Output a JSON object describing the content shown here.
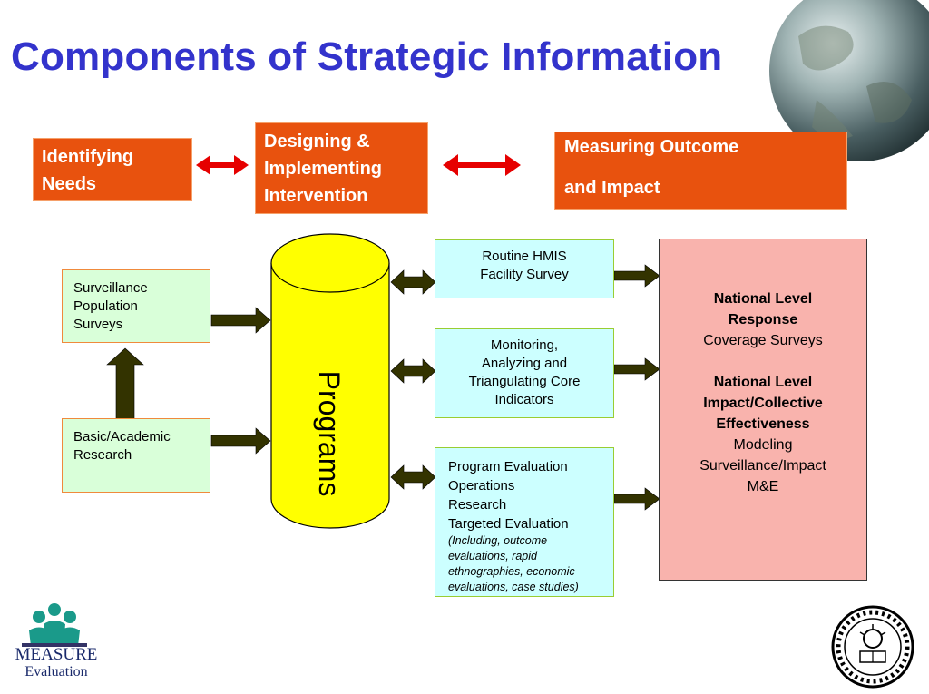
{
  "title": "Components of Strategic Information",
  "top_row": {
    "identifying": [
      "Identifying",
      "Needs"
    ],
    "designing": [
      "Designing &",
      "Implementing",
      "Intervention"
    ],
    "measuring": [
      "Measuring Outcome",
      "and Impact"
    ]
  },
  "left": {
    "surveillance": [
      "Surveillance",
      "Population",
      "Surveys"
    ],
    "basic": [
      "Basic/Academic",
      "Research"
    ]
  },
  "programs_label": "Programs",
  "middle": {
    "routine": [
      "Routine HMIS",
      "Facility Survey"
    ],
    "monitoring": [
      "Monitoring,",
      "Analyzing and",
      "Triangulating Core",
      "Indicators"
    ],
    "evaluation": [
      "Program Evaluation",
      "Operations",
      "Research",
      "Targeted Evaluation"
    ],
    "evaluation_note": [
      "(Including, outcome",
      "evaluations, rapid",
      "ethnographies, economic",
      "evaluations, case studies)"
    ]
  },
  "right": {
    "heading1": [
      "National Level",
      "Response"
    ],
    "text1": "Coverage Surveys",
    "heading2": [
      "National Level",
      "Impact/Collective",
      "Effectiveness"
    ],
    "text2": [
      "Modeling",
      "Surveillance/Impact",
      "M&E"
    ]
  },
  "logo": {
    "line1": "MEASURE",
    "line2": "Evaluation"
  },
  "colors": {
    "title": "#3333cc",
    "orange": "#e8520e",
    "cylinder": "#ffff00",
    "arrow": "#333300",
    "red_arrow": "#e60000"
  },
  "icons": [
    "globe-image",
    "measure-people-icon",
    "university-seal-icon"
  ]
}
